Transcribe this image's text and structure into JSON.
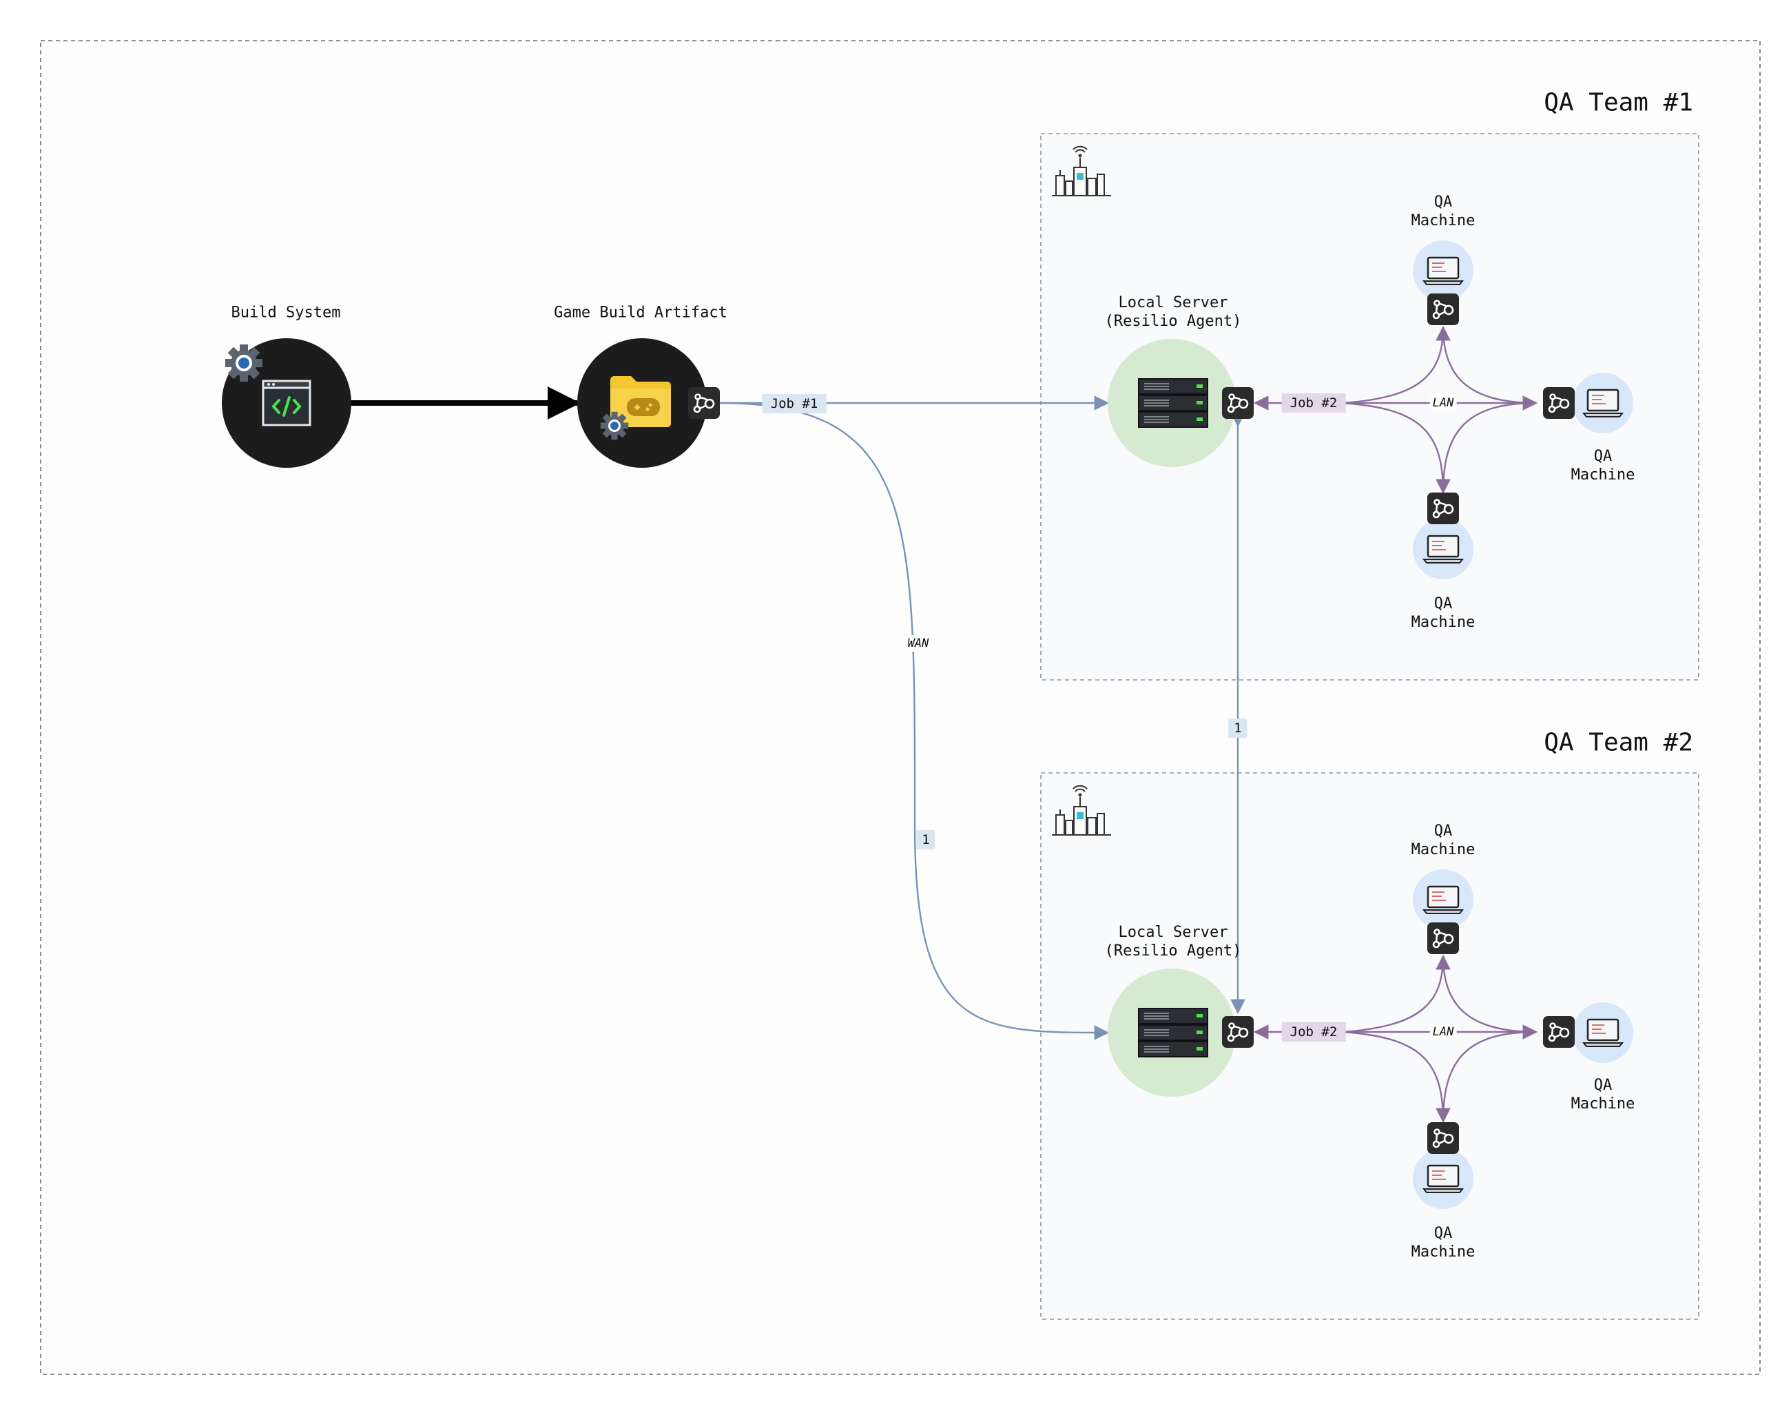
{
  "nodes": {
    "build_system": "Build System",
    "game_build_artifact": "Game Build Artifact",
    "local_server": "Local Server\n(Resilio Agent)",
    "qa_machine": "QA\nMachine"
  },
  "teams": [
    {
      "title": "QA Team #1"
    },
    {
      "title": "QA Team #2"
    }
  ],
  "edges": {
    "job1": "Job #1",
    "job2": "Job #2",
    "lan": "LAN",
    "wan": "WAN",
    "count_wan": "1",
    "count_link": "1"
  },
  "colors": {
    "wan_line": "#7a93b4",
    "lan_line": "#8b6d9c",
    "server_circle": "#d6ead2",
    "qa_circle": "#d8e8fa",
    "dark_node": "#1c1c1c",
    "folder": "#f5c531",
    "code_green": "#4ce34c",
    "gear": "#5a6470",
    "gear_center": "#2a68b0"
  },
  "icons": [
    "gear-icon",
    "code-window-icon",
    "game-folder-icon",
    "resilio-agent-icon",
    "server-icon",
    "laptop-icon",
    "city-icon"
  ]
}
